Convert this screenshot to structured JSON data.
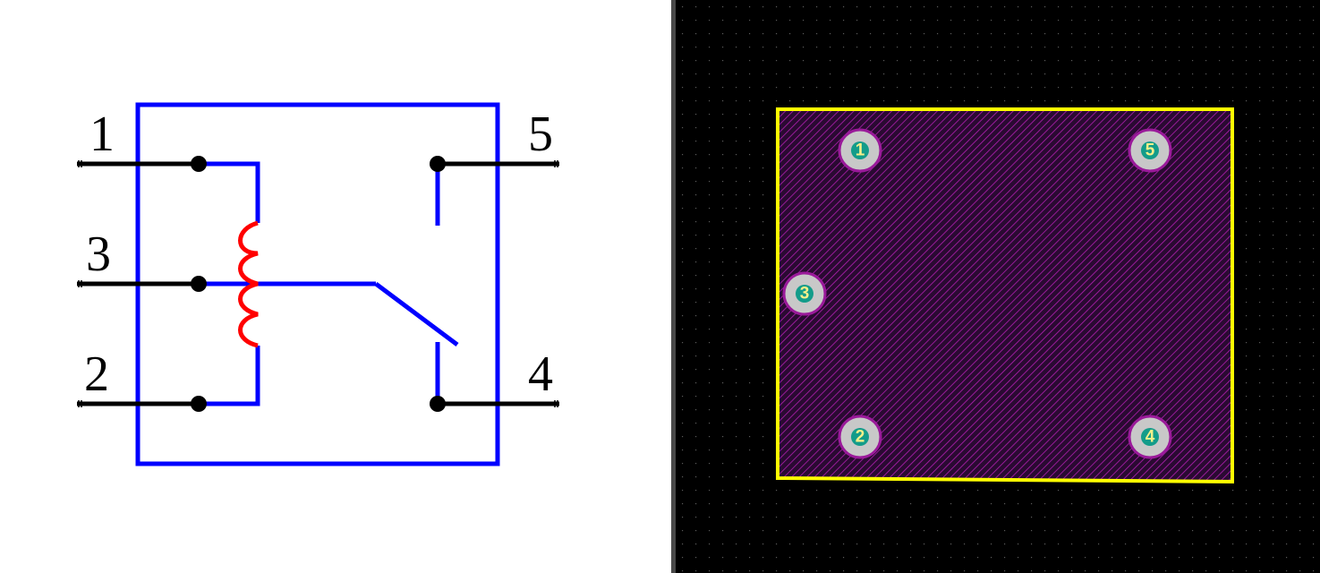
{
  "schematic": {
    "pins": [
      {
        "number": "1"
      },
      {
        "number": "3"
      },
      {
        "number": "2"
      },
      {
        "number": "5"
      },
      {
        "number": "4"
      }
    ]
  },
  "pcb": {
    "pads": [
      {
        "number": "1"
      },
      {
        "number": "5"
      },
      {
        "number": "3"
      },
      {
        "number": "2"
      },
      {
        "number": "4"
      }
    ]
  },
  "colors": {
    "body_outline": "#0000ff",
    "pin_lines": "#000000",
    "coil": "#ff0000",
    "silkscreen": "#ffff00",
    "courtyard_fill": "#8b008b",
    "pad": "#c8c8c8",
    "pad_hole": "#139c8a",
    "pad_label": "#f5f08a",
    "pcb_background": "#000000"
  }
}
